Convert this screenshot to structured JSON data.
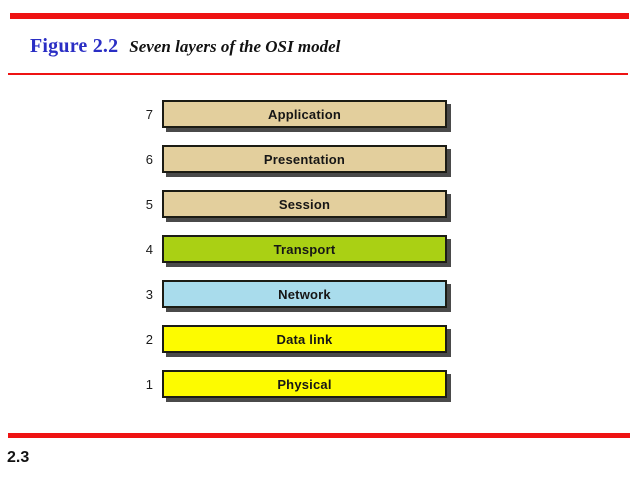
{
  "slide": {
    "figure_label": "Figure 2.2",
    "figure_title": "Seven layers of the OSI model",
    "page_number": "2.3"
  },
  "colors": {
    "accent_red": "#ee1313",
    "figure_label_blue": "#2a2ec4",
    "upper_layer_tan": "#e3cf9d",
    "transport_green": "#aad014",
    "network_blue": "#a9dcec",
    "lower_layer_yellow": "#fdfb00",
    "box_border": "#1c1c14",
    "box_shadow": "#4a4a4a"
  },
  "layers": [
    {
      "number": "7",
      "name": "Application",
      "fill": "#e3cf9d"
    },
    {
      "number": "6",
      "name": "Presentation",
      "fill": "#e3cf9d"
    },
    {
      "number": "5",
      "name": "Session",
      "fill": "#e3cf9d"
    },
    {
      "number": "4",
      "name": "Transport",
      "fill": "#aad014"
    },
    {
      "number": "3",
      "name": "Network",
      "fill": "#a9dcec"
    },
    {
      "number": "2",
      "name": "Data link",
      "fill": "#fdfb00"
    },
    {
      "number": "1",
      "name": "Physical",
      "fill": "#fdfb00"
    }
  ]
}
